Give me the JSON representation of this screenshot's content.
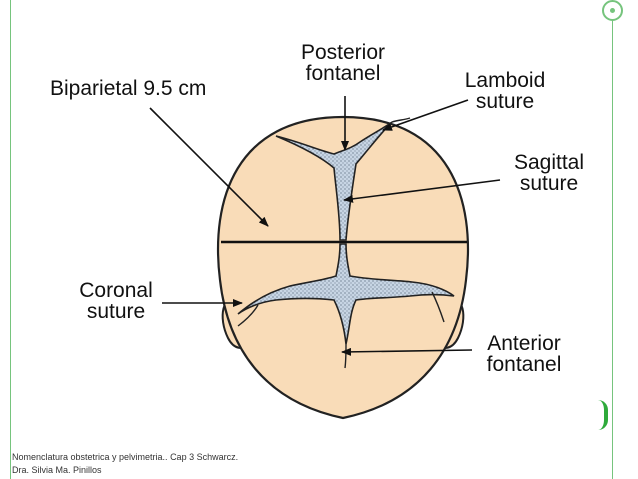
{
  "labels": {
    "biparietal": "Biparietal 9.5 cm",
    "posterior_fontanel": [
      "Posterior",
      "fontanel"
    ],
    "lamboid_suture": [
      "Lamboid",
      "suture"
    ],
    "sagittal_suture": [
      "Sagittal",
      "suture"
    ],
    "coronal_suture": [
      "Coronal",
      "suture"
    ],
    "anterior_fontanel": [
      "Anterior",
      "fontanel"
    ]
  },
  "footer": {
    "line1": "Nomenclatura obstetrica y pelvimetria.. Cap 3 Schwarcz.",
    "line2": "Dra. Silvia Ma. Pinillos"
  },
  "colors": {
    "frame": "#76c47d",
    "accent": "#2eaa3a",
    "skin": "#f9dcb8",
    "fontanel": "#c7d5e4"
  }
}
